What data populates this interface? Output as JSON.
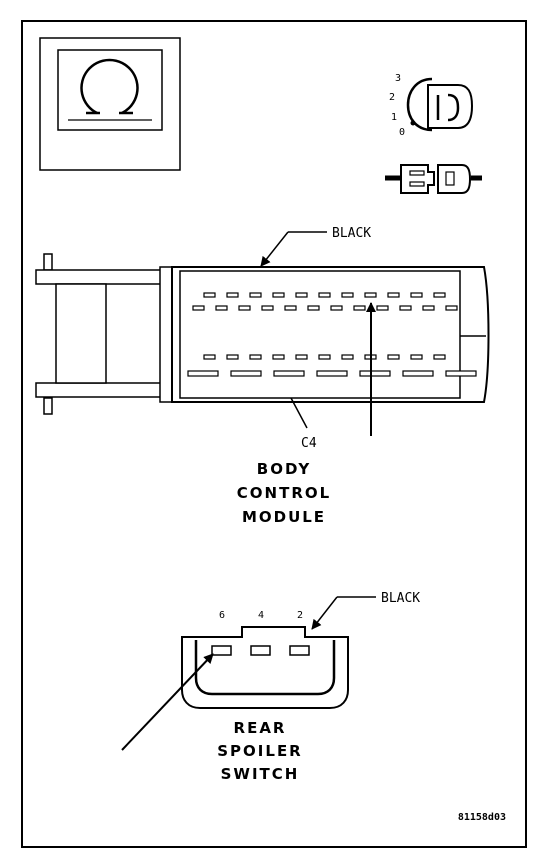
{
  "ignition": {
    "positions": [
      "3",
      "2",
      "1",
      "0"
    ]
  },
  "bcm": {
    "wire_color": "BLACK",
    "connector": "C4",
    "name_lines": [
      "BODY",
      "CONTROL",
      "MODULE"
    ]
  },
  "switch": {
    "pins": [
      "6",
      "4",
      "2"
    ],
    "wire_color": "BLACK",
    "name_lines": [
      "REAR",
      "SPOILER",
      "SWITCH"
    ]
  },
  "figure_code": "81158d03"
}
